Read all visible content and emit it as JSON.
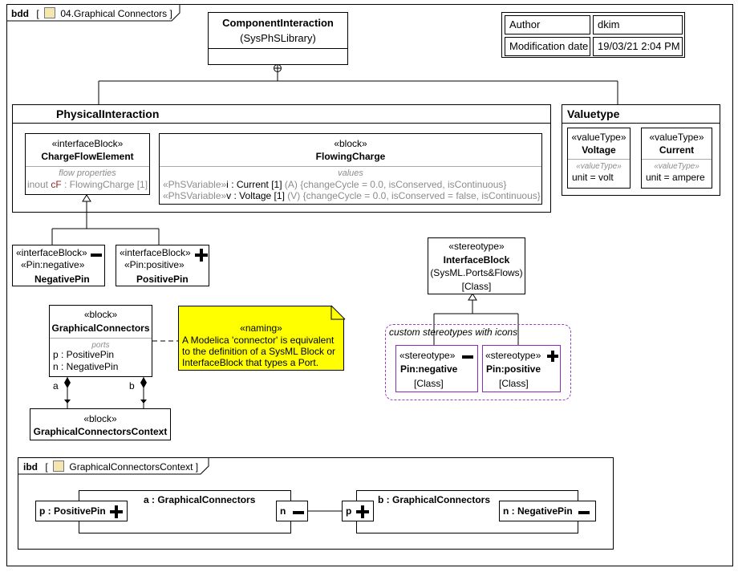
{
  "frame": {
    "kind": "bdd",
    "name": "04.Graphical Connectors"
  },
  "info_table": {
    "author_label": "Author",
    "author_value": "dkim",
    "date_label": "Modification date",
    "date_value": "19/03/21 2:04 PM"
  },
  "component_interaction": {
    "name": "ComponentInteraction",
    "library": "(SysPhSLibrary)"
  },
  "physical_interaction": {
    "name": "PhysicalInteraction"
  },
  "charge_flow_element": {
    "stereotype": "«interfaceBlock»",
    "name": "ChargeFlowElement",
    "compartment": "flow properties",
    "prop_dir": "inout",
    "prop_name": "cF",
    "prop_type": ": FlowingCharge [1]"
  },
  "flowing_charge": {
    "stereotype": "«block»",
    "name": "FlowingCharge",
    "compartment": "values",
    "v1_st": "«PhSVariable»",
    "v1_name": "i",
    "v1_type": ": Current [1]",
    "v1_rest": "(A) {changeCycle = 0.0, isConserved, isContinuous}",
    "v2_st": "«PhSVariable»",
    "v2_name": "v",
    "v2_type": ": Voltage [1]",
    "v2_rest": "(V) {changeCycle = 0.0, isConserved = false, isContinuous}"
  },
  "valuetype_group": {
    "name": "Valuetype"
  },
  "voltage": {
    "stereotype": "«valueType»",
    "name": "Voltage",
    "compartment": "«valueType»",
    "unit": "unit = volt"
  },
  "current": {
    "stereotype": "«valueType»",
    "name": "Current",
    "compartment": "«valueType»",
    "unit": "unit = ampere"
  },
  "negative_pin": {
    "stereotype1": "«interfaceBlock»",
    "stereotype2": "«Pin:negative»",
    "name": "NegativePin",
    "symbol": "▬"
  },
  "positive_pin": {
    "stereotype1": "«interfaceBlock»",
    "stereotype2": "«Pin:positive»",
    "name": "PositivePin",
    "symbol": "✚"
  },
  "interface_block_st": {
    "stereotype": "«stereotype»",
    "name": "InterfaceBlock",
    "pkg": "(SysML.Ports&Flows)",
    "meta": "[Class]"
  },
  "custom_group": {
    "label": "custom stereotypes with icons"
  },
  "pin_negative_st": {
    "stereotype": "«stereotype»",
    "name": "Pin:negative",
    "meta": "[Class]"
  },
  "pin_positive_st": {
    "stereotype": "«stereotype»",
    "name": "Pin:positive",
    "meta": "[Class]"
  },
  "graphical_connectors": {
    "stereotype": "«block»",
    "name": "GraphicalConnectors",
    "compartment": "ports",
    "p1": "p : PositivePin",
    "p2": "n : NegativePin"
  },
  "naming_note": {
    "title": "«naming»",
    "line1": "A Modelica 'connector' is equivalent",
    "line2": "to the definition of a SysML Block or",
    "line3": "InterfaceBlock that types a Port."
  },
  "context_block": {
    "stereotype": "«block»",
    "name": "GraphicalConnectorsContext"
  },
  "role_a": "a",
  "role_b": "b",
  "ibd": {
    "kind": "ibd",
    "name": "GraphicalConnectorsContext",
    "part_a": "a : GraphicalConnectors",
    "part_b": "b : GraphicalConnectors",
    "port_p_a": "p : PositivePin",
    "port_n_a": "n",
    "port_p_b": "p",
    "port_n_b": "n : NegativePin"
  }
}
